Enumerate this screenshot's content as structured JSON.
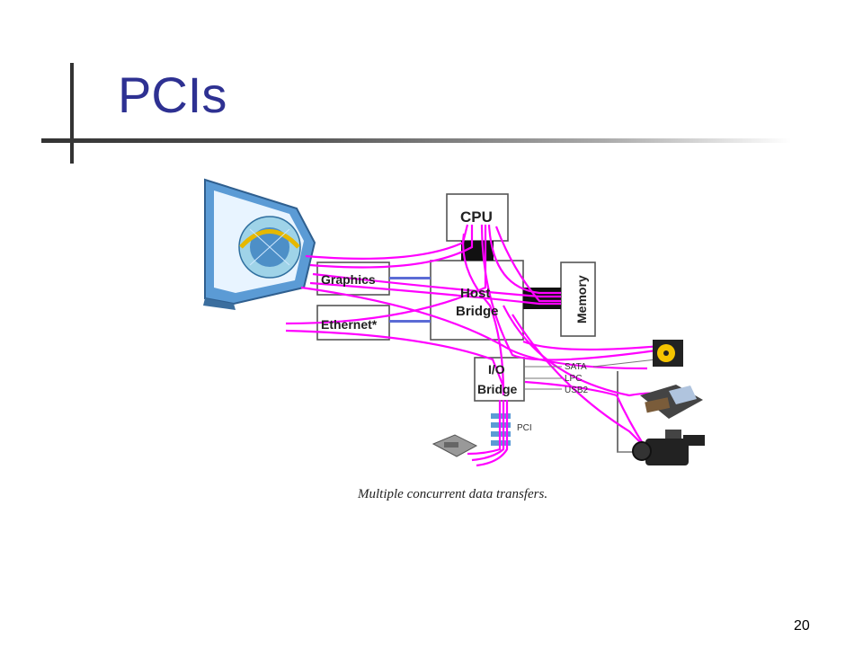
{
  "slide": {
    "title": "PCIs",
    "page_number": "20"
  },
  "diagram": {
    "cpu_label": "CPU",
    "graphics_label": "Graphics",
    "ethernet_label": "Ethernet*",
    "host_bridge_line1": "Host",
    "host_bridge_line2": "Bridge",
    "memory_label": "Memory",
    "io_bridge_line1": "I/O",
    "io_bridge_line2": "Bridge",
    "sata_label": "SATA",
    "lpc_label": "LPC",
    "usb_label": "USB2",
    "pci_label": "PCI",
    "caption": "Multiple concurrent data transfers.",
    "accent_color": "#ff00ff",
    "title_color": "#2e3192"
  }
}
